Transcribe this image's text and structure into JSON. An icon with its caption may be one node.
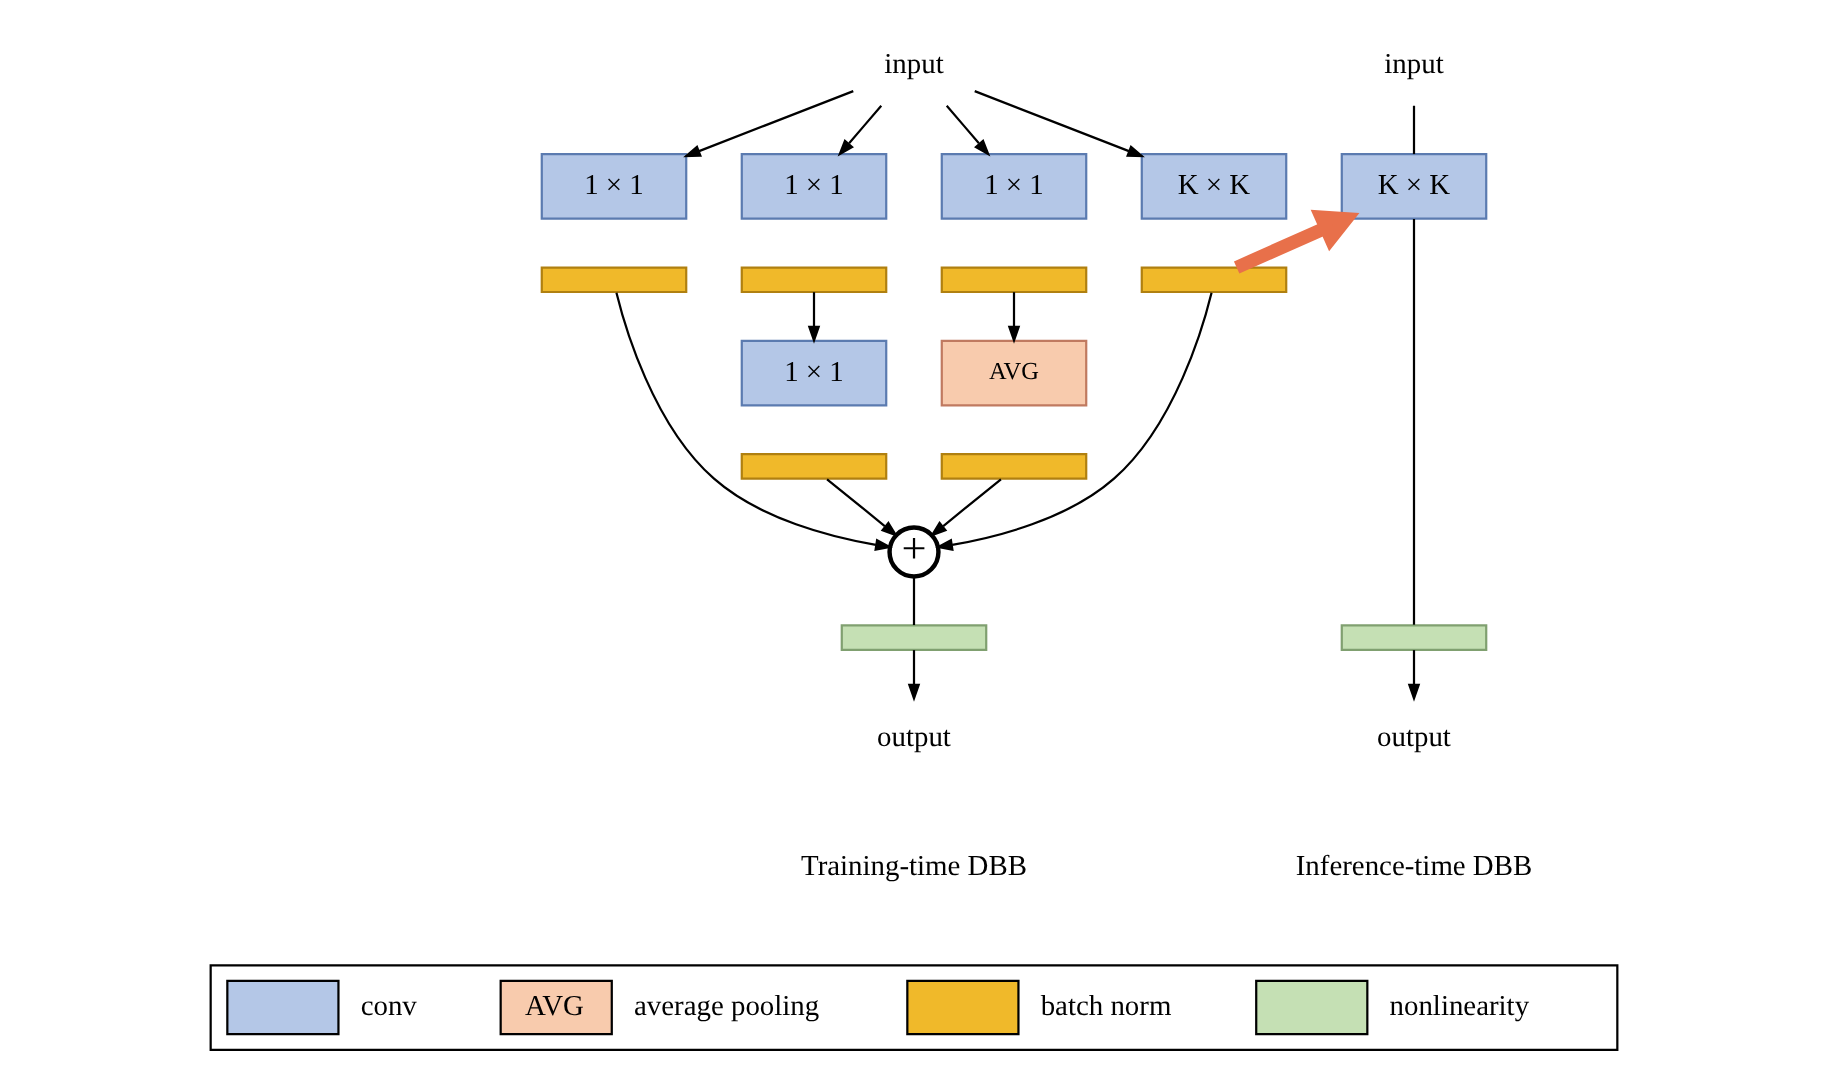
{
  "diagram": {
    "nodes": [
      {
        "text": [
          "input"
        ]
      },
      {
        "text": [
          "1 × 1"
        ]
      },
      {
        "text": [],
        "shape": "bar"
      },
      {
        "text": [
          "1 × 1"
        ]
      },
      {
        "text": [],
        "shape": "bar"
      },
      {
        "text": [
          "1 × 1"
        ]
      },
      {
        "text": [],
        "shape": "bar"
      },
      {
        "text": [
          "1 × 1"
        ]
      },
      {
        "text": [],
        "shape": "bar"
      },
      {
        "text": [
          "AVG"
        ]
      },
      {
        "text": [],
        "shape": "bar"
      },
      {
        "text": [
          "K × K"
        ]
      },
      {
        "text": [],
        "shape": "bar"
      },
      {
        "text": [
          "+"
        ]
      },
      {
        "text": [],
        "shape": "bar"
      },
      {
        "text": [
          "output"
        ]
      },
      {
        "text": [
          "input"
        ]
      },
      {
        "text": [
          "K × K"
        ]
      },
      {
        "text": [],
        "shape": "bar"
      },
      {
        "text": [
          "output"
        ]
      }
    ],
    "edges": [
      {
        "from": 0,
        "to": 1,
        "arrow": "to"
      },
      {
        "from": 0,
        "to": 3,
        "arrow": "to"
      },
      {
        "from": 0,
        "to": 7,
        "arrow": "to"
      },
      {
        "from": 0,
        "to": 11,
        "arrow": "to"
      },
      {
        "from": 4,
        "to": 5,
        "arrow": "to"
      },
      {
        "from": 8,
        "to": 9,
        "arrow": "to"
      },
      {
        "from": 2,
        "to": 13,
        "arrow": "to"
      },
      {
        "from": 6,
        "to": 13,
        "arrow": "to"
      },
      {
        "from": 10,
        "to": 13,
        "arrow": "to"
      },
      {
        "from": 12,
        "to": 13,
        "arrow": "to"
      },
      {
        "from": 13,
        "to": 14,
        "arrow": "none"
      },
      {
        "from": 14,
        "to": 15,
        "arrow": "to"
      },
      {
        "from": 12,
        "to": 17,
        "arrow": "to",
        "style": "thick",
        "color": "#e8704a"
      },
      {
        "from": 16,
        "to": 17,
        "arrow": "none"
      },
      {
        "from": 17,
        "to": 18,
        "arrow": "none"
      },
      {
        "from": 18,
        "to": 19,
        "arrow": "to"
      }
    ],
    "labels": [
      "Training-time DBB",
      "Inference-time DBB",
      "AVG"
    ],
    "legend": [
      {
        "text": "conv",
        "color": "#b4c7e7"
      },
      {
        "text": "average pooling",
        "color": "#f8cbad"
      },
      {
        "text": "batch norm",
        "color": "#f0b92a"
      },
      {
        "text": "nonlinearity",
        "color": "#c5e0b4"
      }
    ]
  }
}
